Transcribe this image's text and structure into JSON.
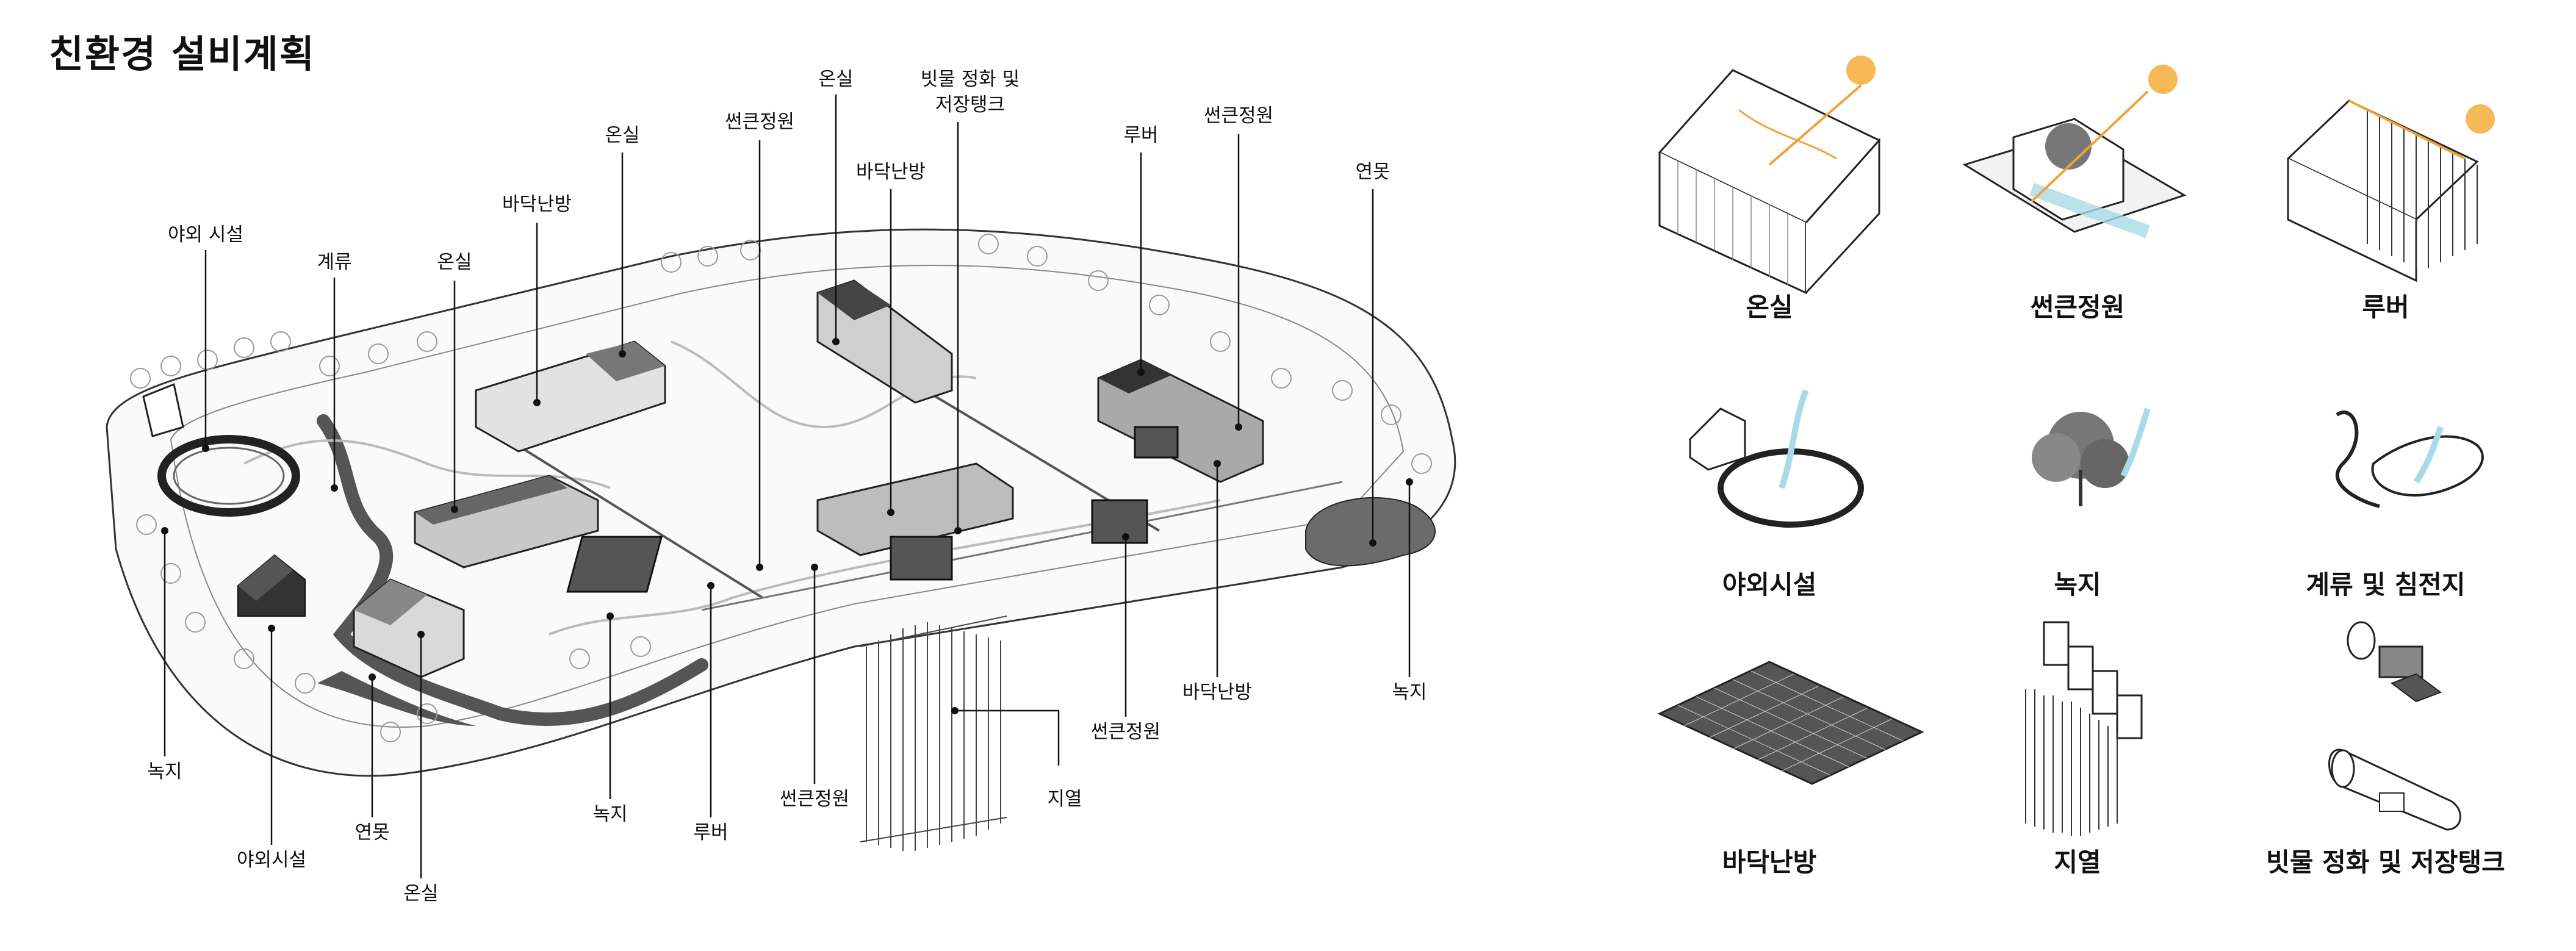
{
  "title": "친환경 설비계획",
  "callouts": {
    "outdoor_facility_top": "야외 시설",
    "stream": "계류",
    "greenhouse_left": "온실",
    "floor_heating_left": "바닥난방",
    "greenhouse_mid": "온실",
    "sunken_garden_top": "썬큰정원",
    "greenhouse_top": "온실",
    "floor_heating_top": "바닥난방",
    "rainwater_line1": "빗물 정화 및",
    "rainwater_line2": "저장탱크",
    "louver_top": "루버",
    "sunken_garden_right": "썬큰정원",
    "pond_top": "연못",
    "green_left": "녹지",
    "outdoor_facility_bottom": "야외시설",
    "pond_bottom": "연못",
    "greenhouse_bottom": "온실",
    "green_bottom": "녹지",
    "louver_bottom": "루버",
    "sunken_garden_bottom": "썬큰정원",
    "geothermal": "지열",
    "sunken_garden_bottom_right": "썬큰정원",
    "floor_heating_bottom": "바닥난방",
    "green_right": "녹지"
  },
  "legend": [
    {
      "label": "온실",
      "icon": "greenhouse-icon"
    },
    {
      "label": "썬큰정원",
      "icon": "sunken-garden-icon"
    },
    {
      "label": "루버",
      "icon": "louver-icon"
    },
    {
      "label": "야외시설",
      "icon": "outdoor-facility-icon"
    },
    {
      "label": "녹지",
      "icon": "tree-icon"
    },
    {
      "label": "계류 및 침전지",
      "icon": "stream-icon"
    },
    {
      "label": "바닥난방",
      "icon": "floor-heating-icon"
    },
    {
      "label": "지열",
      "icon": "geothermal-icon"
    },
    {
      "label": "빗물 정화 및 저장탱크",
      "icon": "rainwater-tank-icon"
    }
  ],
  "colors": {
    "sun": "#f7b955",
    "sun_ray": "#f2a13a",
    "airflow": "#a9dbe6",
    "water": "#6b6b6b",
    "line": "#222222",
    "tree": "#9a9a9a"
  }
}
